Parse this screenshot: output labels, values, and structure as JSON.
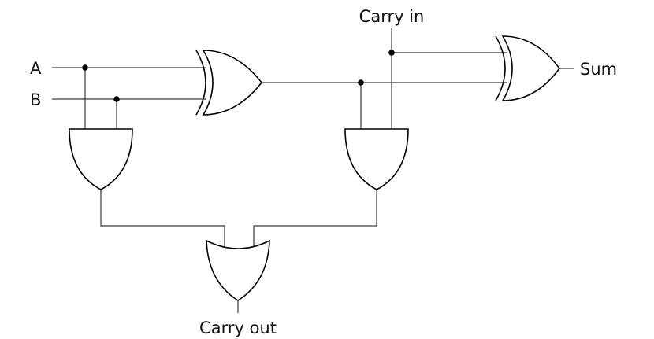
{
  "labels": {
    "input_a": "A",
    "input_b": "B",
    "carry_in": "Carry in",
    "sum": "Sum",
    "carry_out": "Carry out"
  },
  "colors": {
    "wire": "#3a3a3a",
    "gate_outline": "#000000",
    "background": "#ffffff"
  }
}
